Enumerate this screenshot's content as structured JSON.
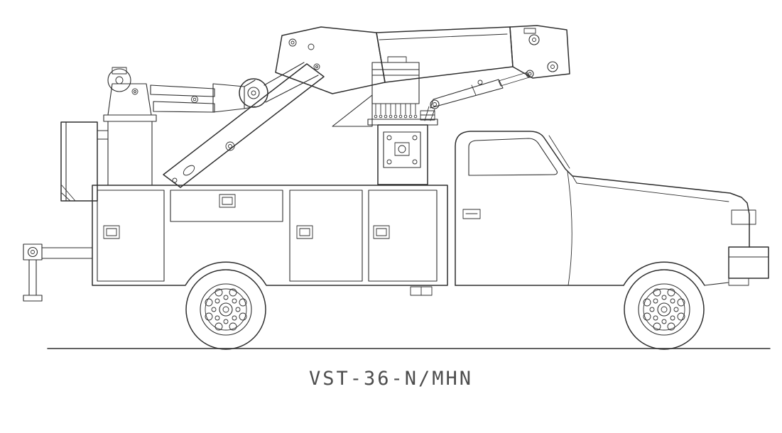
{
  "page": {
    "background": "#ffffff",
    "line_color": "#2e2e2e",
    "caption_color": "#4d4d4d"
  },
  "diagram": {
    "caption": "VST-36-N/MHN",
    "type": "technical-line-drawing",
    "subject": "utility bucket truck with articulated aerial boom, side elevation"
  }
}
